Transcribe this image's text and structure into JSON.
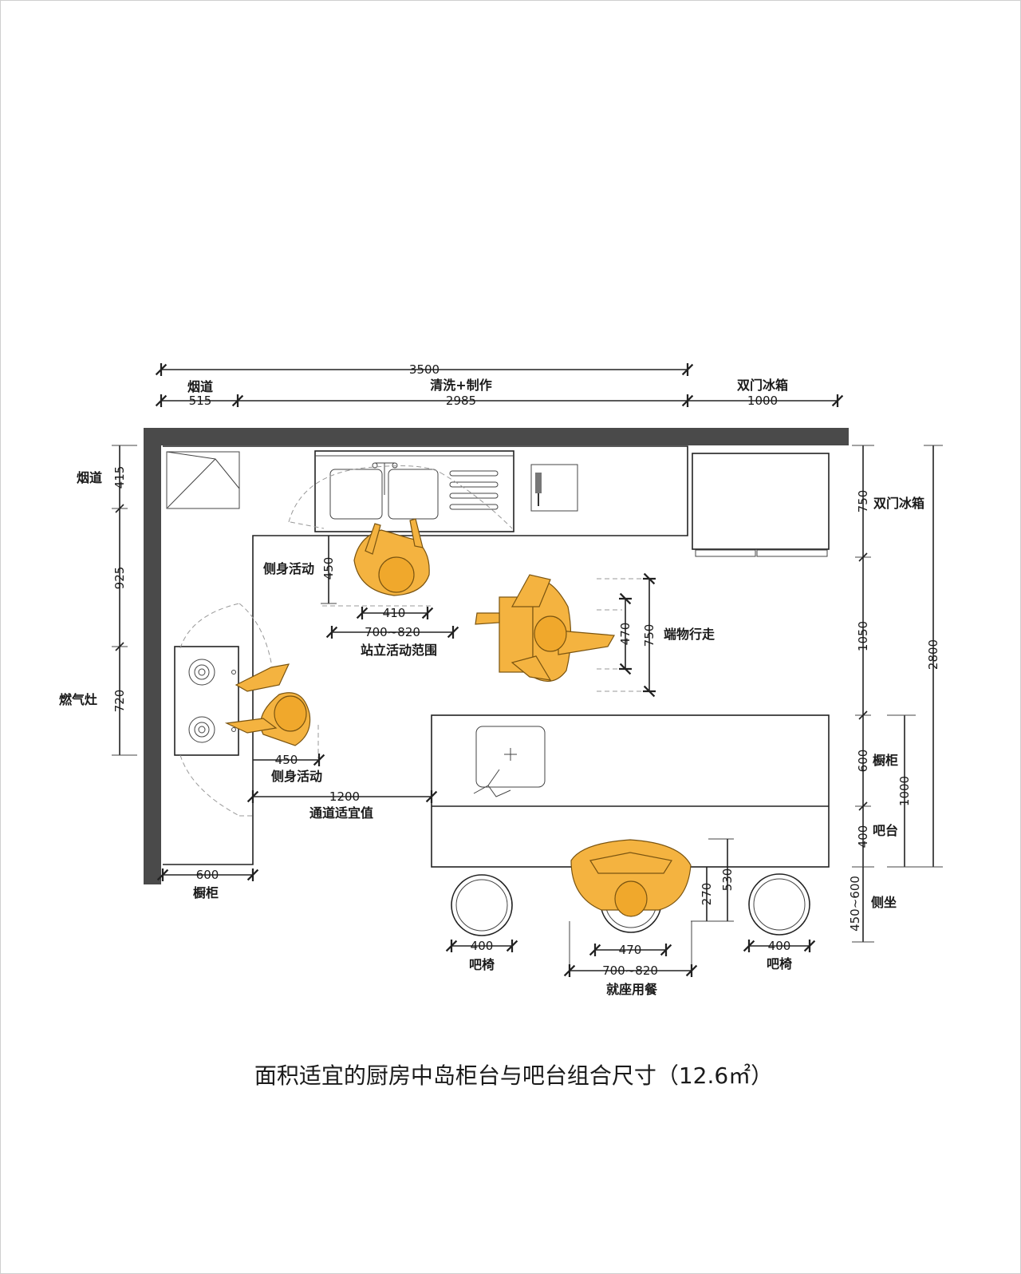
{
  "caption": "面积适宜的厨房中岛柜台与吧台组合尺寸（12.6㎡）",
  "colors": {
    "wall": "#4a4a4a",
    "figure": "#f4b340",
    "line": "#222222",
    "background": "#ffffff"
  },
  "top_dims": {
    "total": "3500",
    "flue_label": "烟道",
    "flue": "515",
    "prep_label": "清洗+制作",
    "prep": "2985",
    "fridge_label": "双门冰箱",
    "fridge": "1000"
  },
  "left_dims": {
    "flue_label": "烟道",
    "flue": "415",
    "gap": "925",
    "stove_label": "燃气灶",
    "stove": "720"
  },
  "right_dims": {
    "fridge_label": "双门冰箱",
    "fridge": "750",
    "aisle": "1050",
    "cabinet_label": "橱柜",
    "cabinet": "600",
    "bar_label": "吧台",
    "bar": "400",
    "island_total": "1000",
    "total": "2800",
    "side_seat": "450~600",
    "side_seat_label": "侧坐"
  },
  "sink_area": {
    "side_label": "侧身活动",
    "side": "450",
    "stand": "410",
    "range": "700~820",
    "range_label": "站立活动范围"
  },
  "carry": {
    "body": "470",
    "span": "750",
    "label": "端物行走"
  },
  "stove_area": {
    "side": "450",
    "side_label": "侧身活动"
  },
  "passage": {
    "value": "1200",
    "label": "通道适宜值"
  },
  "bottom_left": {
    "value": "600",
    "label": "橱柜"
  },
  "bar_seating": {
    "stool_left": "400",
    "stool_left_label": "吧椅",
    "stool_right": "400",
    "stool_right_label": "吧椅",
    "body": "470",
    "range": "700~820",
    "range_label": "就座用餐",
    "knee": "270",
    "depth": "530"
  }
}
